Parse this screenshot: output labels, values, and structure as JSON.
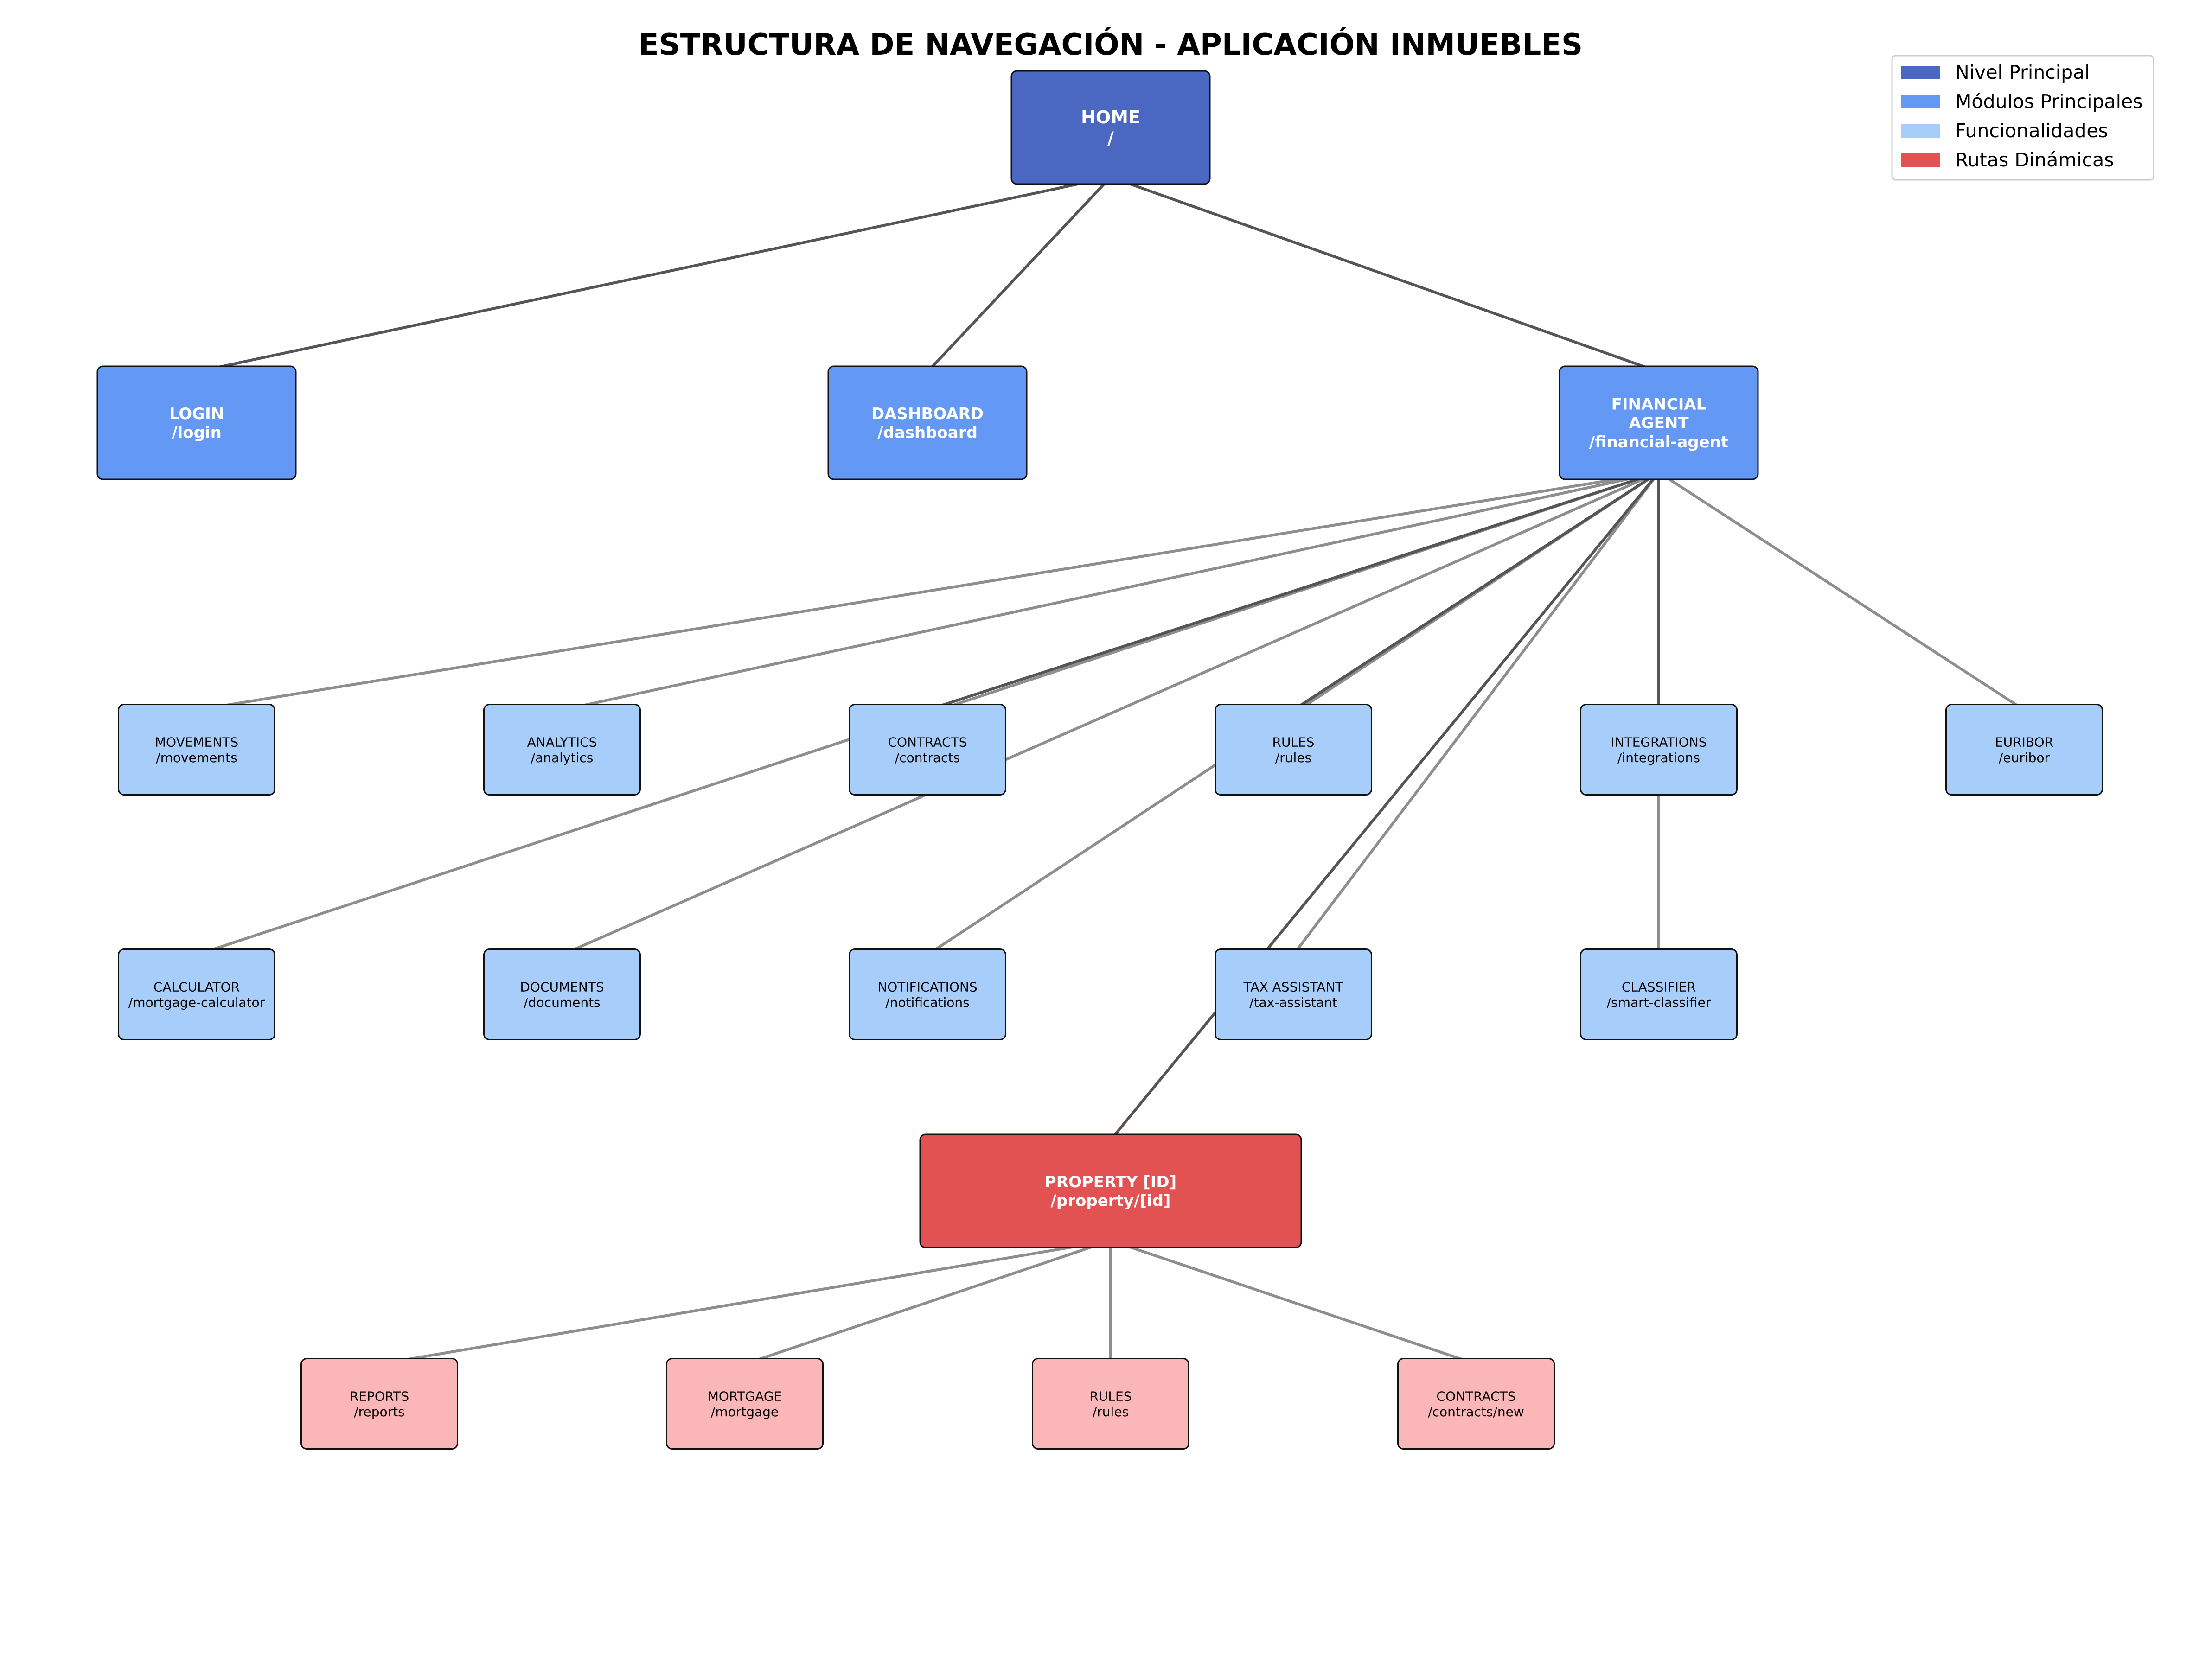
{
  "title": "ESTRUCTURA DE NAVEGACIÓN - APLICACIÓN INMUEBLES",
  "colors": {
    "nivel_principal": "#4a67c1",
    "modulos_principales": "#6399f5",
    "funcionalidades": "#a7cdfa",
    "rutas_dinamicas": "#e25252",
    "subrutas_dinamicas": "#fbb7b7",
    "edge_strong": "#555555",
    "edge_light": "#8e8e8e"
  },
  "legend": {
    "items": [
      {
        "label": "Nivel Principal",
        "color": "#4a67c1"
      },
      {
        "label": "Módulos Principales",
        "color": "#6399f5"
      },
      {
        "label": "Funcionalidades",
        "color": "#a7cdfa"
      },
      {
        "label": "Rutas Dinámicas",
        "color": "#e25252"
      }
    ]
  },
  "nodes": [
    {
      "id": "home",
      "lines": [
        "HOME",
        "/"
      ],
      "level": "nivel_principal"
    },
    {
      "id": "login",
      "lines": [
        "LOGIN",
        "/login"
      ],
      "level": "modulos_principales"
    },
    {
      "id": "dashboard",
      "lines": [
        "DASHBOARD",
        "/dashboard"
      ],
      "level": "modulos_principales"
    },
    {
      "id": "financial",
      "lines": [
        "FINANCIAL",
        "AGENT",
        "/financial-agent"
      ],
      "level": "modulos_principales"
    },
    {
      "id": "movements",
      "lines": [
        "MOVEMENTS",
        "/movements"
      ],
      "level": "funcionalidades"
    },
    {
      "id": "analytics",
      "lines": [
        "ANALYTICS",
        "/analytics"
      ],
      "level": "funcionalidades"
    },
    {
      "id": "contracts",
      "lines": [
        "CONTRACTS",
        "/contracts"
      ],
      "level": "funcionalidades"
    },
    {
      "id": "rules",
      "lines": [
        "RULES",
        "/rules"
      ],
      "level": "funcionalidades"
    },
    {
      "id": "integrations",
      "lines": [
        "INTEGRATIONS",
        "/integrations"
      ],
      "level": "funcionalidades"
    },
    {
      "id": "euribor",
      "lines": [
        "EURIBOR",
        "/euribor"
      ],
      "level": "funcionalidades"
    },
    {
      "id": "calculator",
      "lines": [
        "CALCULATOR",
        "/mortgage-calculator"
      ],
      "level": "funcionalidades"
    },
    {
      "id": "documents",
      "lines": [
        "DOCUMENTS",
        "/documents"
      ],
      "level": "funcionalidades"
    },
    {
      "id": "notifications",
      "lines": [
        "NOTIFICATIONS",
        "/notifications"
      ],
      "level": "funcionalidades"
    },
    {
      "id": "tax",
      "lines": [
        "TAX ASSISTANT",
        "/tax-assistant"
      ],
      "level": "funcionalidades"
    },
    {
      "id": "classifier",
      "lines": [
        "CLASSIFIER",
        "/smart-classifier"
      ],
      "level": "funcionalidades"
    },
    {
      "id": "property",
      "lines": [
        "PROPERTY [ID]",
        "/property/[id]"
      ],
      "level": "rutas_dinamicas"
    },
    {
      "id": "reports",
      "lines": [
        "REPORTS",
        "/reports"
      ],
      "level": "subrutas_dinamicas"
    },
    {
      "id": "mortgage",
      "lines": [
        "MORTGAGE",
        "/mortgage"
      ],
      "level": "subrutas_dinamicas"
    },
    {
      "id": "prules",
      "lines": [
        "RULES",
        "/rules"
      ],
      "level": "subrutas_dinamicas"
    },
    {
      "id": "pcontracts",
      "lines": [
        "CONTRACTS",
        "/contracts/new"
      ],
      "level": "subrutas_dinamicas"
    }
  ],
  "edges": [
    {
      "from": "home",
      "to": "login",
      "style": "strong"
    },
    {
      "from": "home",
      "to": "dashboard",
      "style": "strong"
    },
    {
      "from": "home",
      "to": "financial",
      "style": "strong"
    },
    {
      "from": "financial",
      "to": "movements",
      "style": "light"
    },
    {
      "from": "financial",
      "to": "analytics",
      "style": "light"
    },
    {
      "from": "financial",
      "to": "contracts",
      "style": "light"
    },
    {
      "from": "financial",
      "to": "rules",
      "style": "light"
    },
    {
      "from": "financial",
      "to": "integrations",
      "style": "light"
    },
    {
      "from": "financial",
      "to": "euribor",
      "style": "light"
    },
    {
      "from": "financial",
      "to": "calculator",
      "style": "light"
    },
    {
      "from": "financial",
      "to": "documents",
      "style": "light"
    },
    {
      "from": "financial",
      "to": "notifications",
      "style": "light"
    },
    {
      "from": "financial",
      "to": "tax",
      "style": "light"
    },
    {
      "from": "financial",
      "to": "classifier",
      "style": "light"
    },
    {
      "from": "financial",
      "to": "contracts",
      "style": "strong"
    },
    {
      "from": "financial",
      "to": "rules",
      "style": "strong"
    },
    {
      "from": "financial",
      "to": "integrations",
      "style": "strong"
    },
    {
      "from": "financial",
      "to": "property",
      "style": "strong"
    },
    {
      "from": "property",
      "to": "reports",
      "style": "light"
    },
    {
      "from": "property",
      "to": "mortgage",
      "style": "light"
    },
    {
      "from": "property",
      "to": "prules",
      "style": "light"
    },
    {
      "from": "property",
      "to": "pcontracts",
      "style": "light"
    }
  ]
}
